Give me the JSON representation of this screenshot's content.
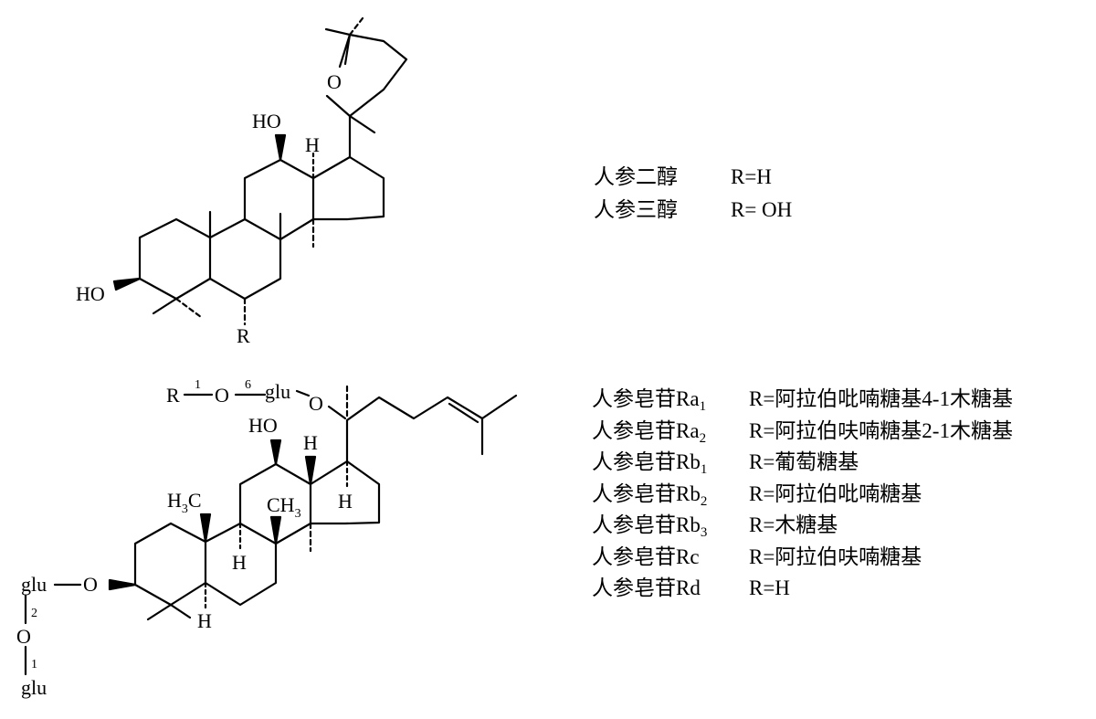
{
  "structure_top": {
    "labels": {
      "ho_12": "HO",
      "h_13": "H",
      "ring_o": "O",
      "ho_3": "HO",
      "r_6": "R"
    },
    "legend": [
      {
        "name": "人参二醇",
        "r": "R=H"
      },
      {
        "name": "人参三醇",
        "r": "R= OH"
      }
    ]
  },
  "structure_bottom": {
    "labels": {
      "r_group": "R",
      "link_1": "1",
      "o_link": "O",
      "link_6": "6",
      "glu_top": "glu",
      "o_c20": "O",
      "ho_12": "HO",
      "h3c": "H",
      "h3c_sub": "3",
      "h3c_c": "C",
      "ch3_ch": "CH",
      "ch3_sub": "3",
      "h_13": "H",
      "h_17": "H",
      "h_9": "H",
      "h_5": "H",
      "glu_o3": "glu",
      "o_3": "O",
      "link_2": "2",
      "o_mid": "O",
      "link_1b": "1",
      "glu_bottom": "glu"
    },
    "legend": [
      {
        "name": "人参皂苷Ra",
        "sub": "1",
        "r": "R=阿拉伯吡喃糖基4-1木糖基"
      },
      {
        "name": "人参皂苷Ra",
        "sub": "2",
        "r": "R=阿拉伯呋喃糖基2-1木糖基"
      },
      {
        "name": "人参皂苷Rb",
        "sub": "1",
        "r": "R=葡萄糖基"
      },
      {
        "name": "人参皂苷Rb",
        "sub": "2",
        "r": "R=阿拉伯吡喃糖基"
      },
      {
        "name": "人参皂苷Rb",
        "sub": "3",
        "r": "R=木糖基"
      },
      {
        "name": "人参皂苷Rc",
        "sub": "",
        "r": "R=阿拉伯呋喃糖基"
      },
      {
        "name": "人参皂苷Rd",
        "sub": "",
        "r": "R=H"
      }
    ]
  }
}
